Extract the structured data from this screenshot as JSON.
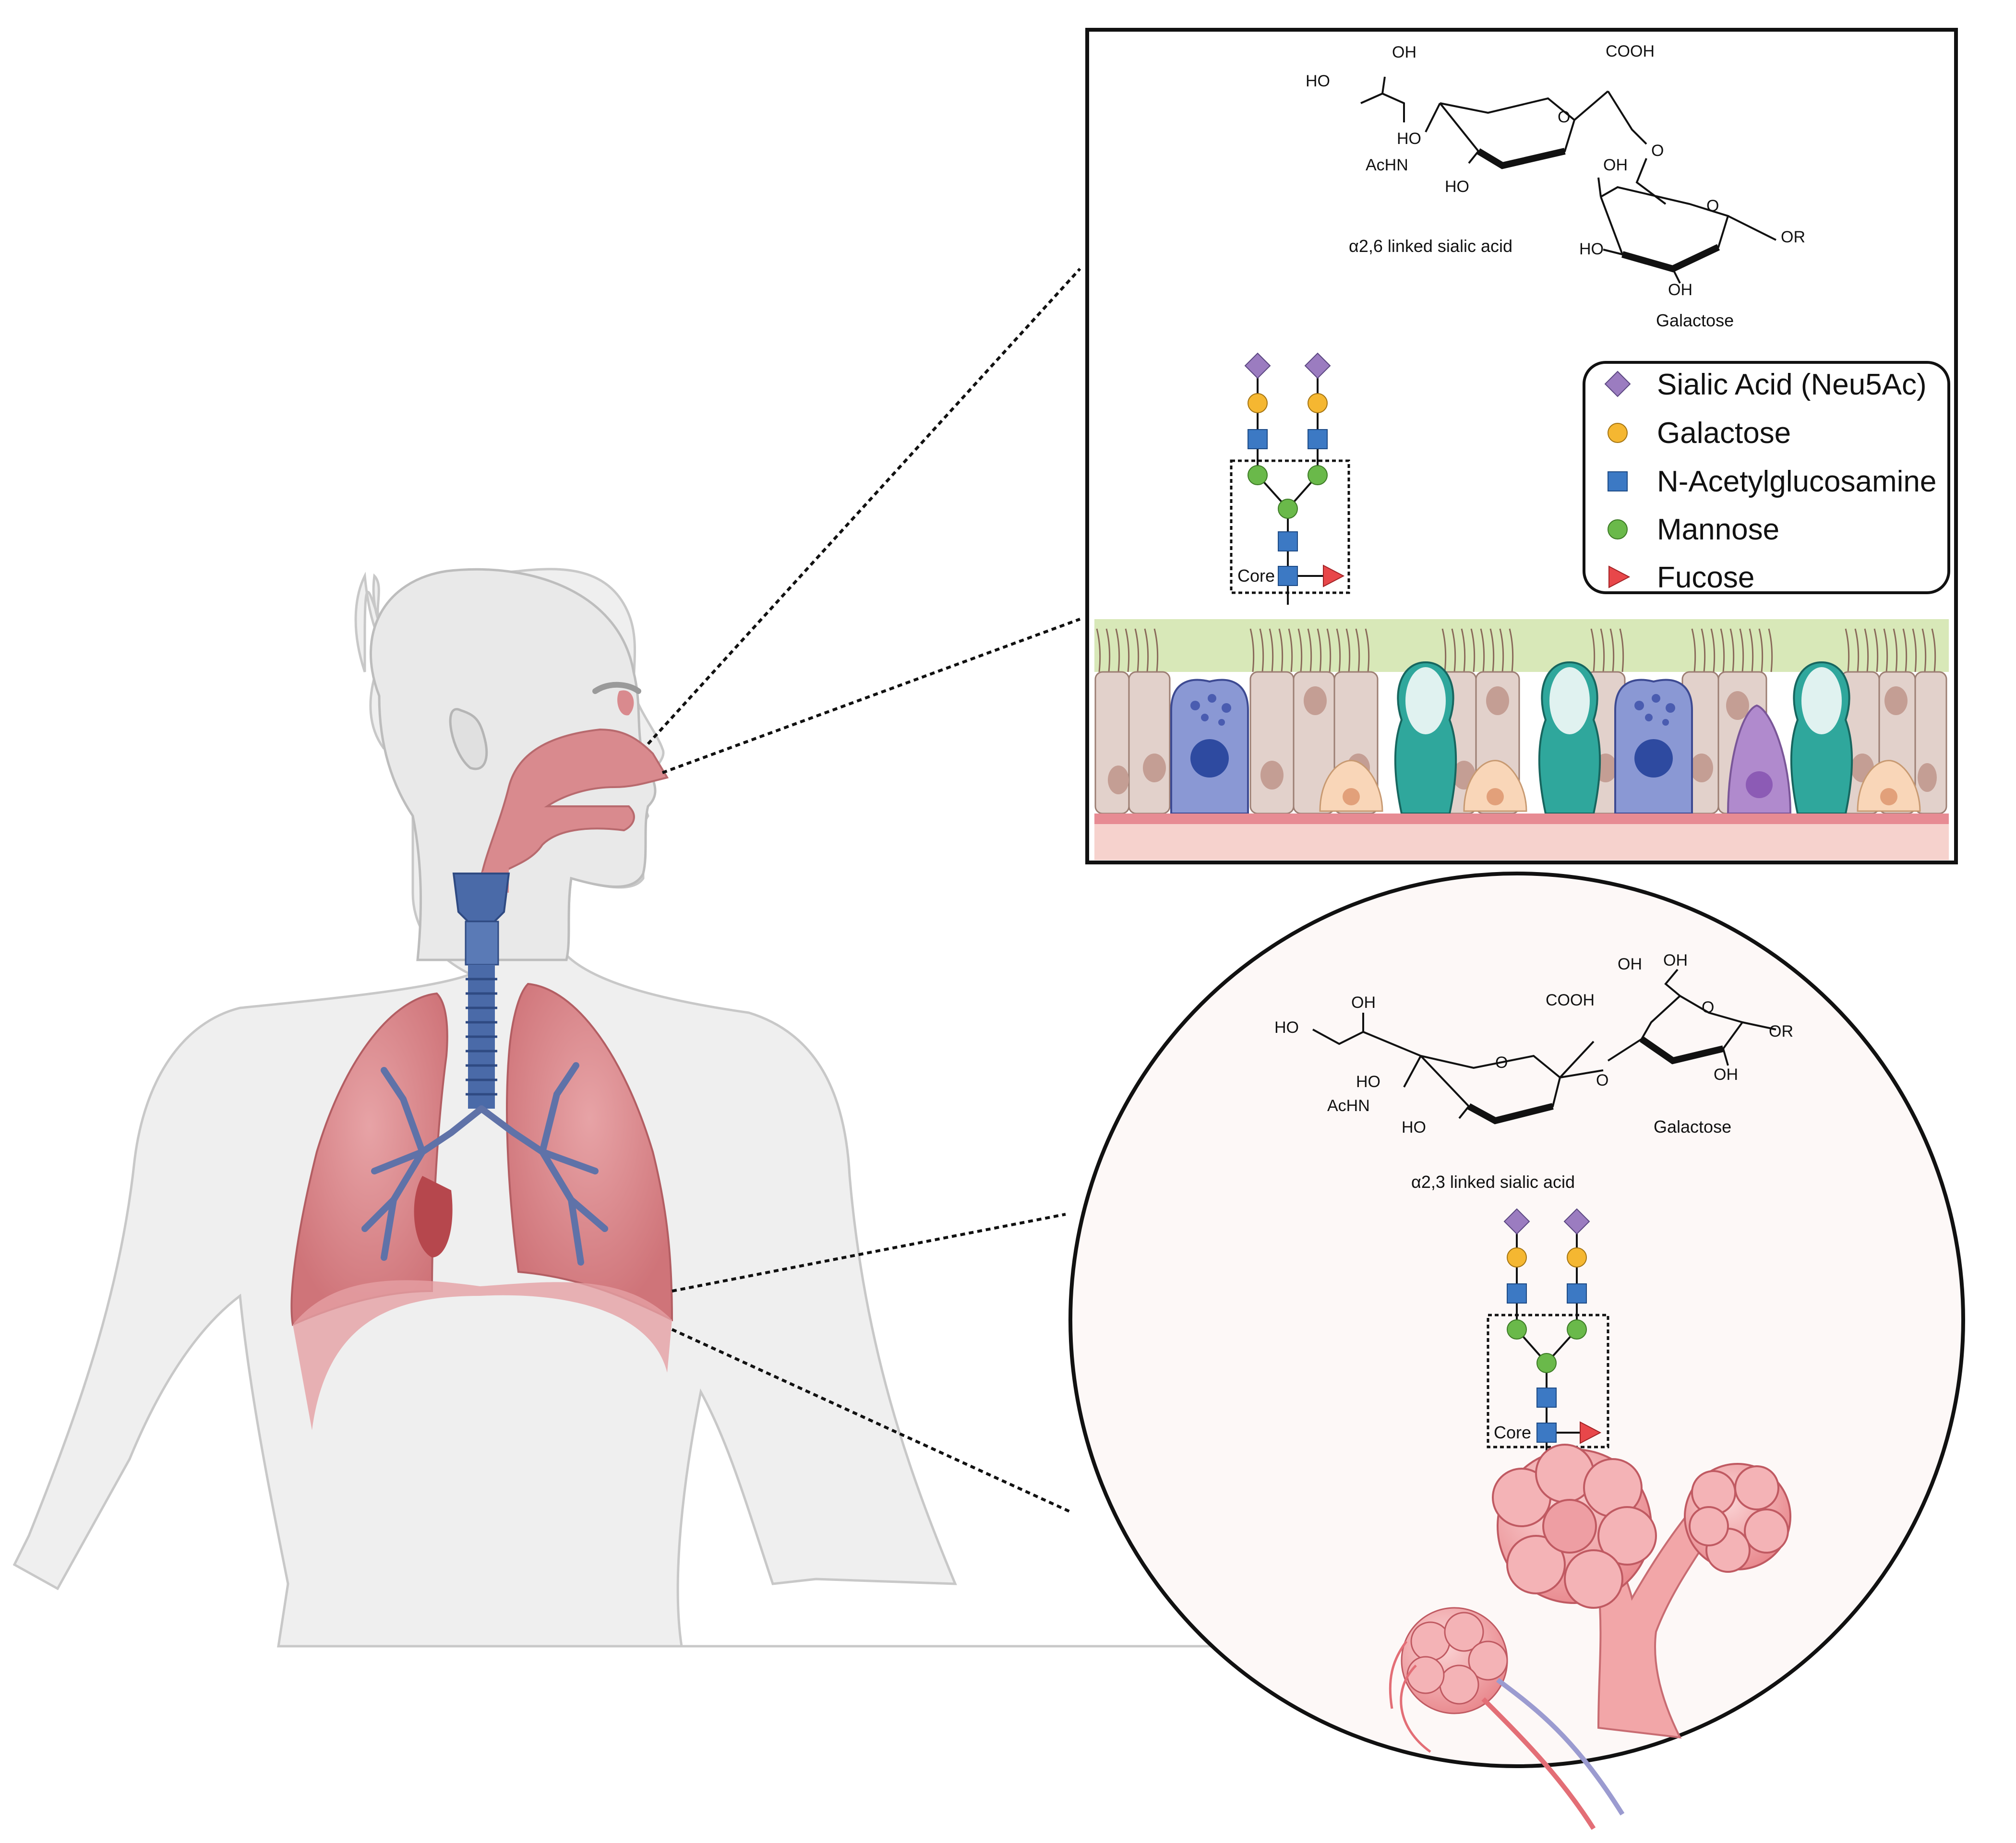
{
  "top_panel": {
    "structure": {
      "labels": {
        "oh_top": "OH",
        "ho_left": "HO",
        "cooh": "COOH",
        "ring_o": "O",
        "ho_mid": "HO",
        "achn": "AcHN",
        "ho_bottom": "HO",
        "link_o": "O",
        "gal_oh_top": "OH",
        "gal_ring_o": "O",
        "gal_or": "OR",
        "gal_ho": "HO",
        "gal_oh_bottom": "OH"
      },
      "caption": "α2,6 linked sialic acid",
      "galactose_label": "Galactose"
    },
    "glycan_core_label": "Core"
  },
  "legend": {
    "items": [
      {
        "symbol": "purple-diamond",
        "color": "#9b7cc0",
        "label": "Sialic Acid (Neu5Ac)"
      },
      {
        "symbol": "yellow-circle",
        "color": "#f5b731",
        "label": "Galactose"
      },
      {
        "symbol": "blue-square",
        "color": "#3c79c4",
        "label": "N-Acetylglucosamine"
      },
      {
        "symbol": "green-circle",
        "color": "#6ab94a",
        "label": "Mannose"
      },
      {
        "symbol": "red-triangle",
        "color": "#e8474a",
        "label": "Fucose"
      }
    ]
  },
  "bottom_panel": {
    "structure": {
      "labels": {
        "oh_top": "OH",
        "ho_left": "HO",
        "cooh": "COOH",
        "ring_o": "O",
        "ho_mid": "HO",
        "achn": "AcHN",
        "ho_bottom": "HO",
        "link_o": "O",
        "gal_oh1": "OH",
        "gal_oh2": "OH",
        "gal_ring_o": "O",
        "gal_or": "OR",
        "gal_oh_bottom": "OH"
      },
      "caption": "α2,3 linked sialic acid",
      "galactose_label": "Galactose"
    },
    "glycan_core_label": "Core"
  },
  "colors": {
    "sialic": "#9b7cc0",
    "galactose": "#f5b731",
    "glcnac": "#3c79c4",
    "mannose": "#6ab94a",
    "fucose": "#e8474a",
    "lung": "#d98a8e",
    "airway": "#4a6aa8",
    "body": "#ececec"
  }
}
